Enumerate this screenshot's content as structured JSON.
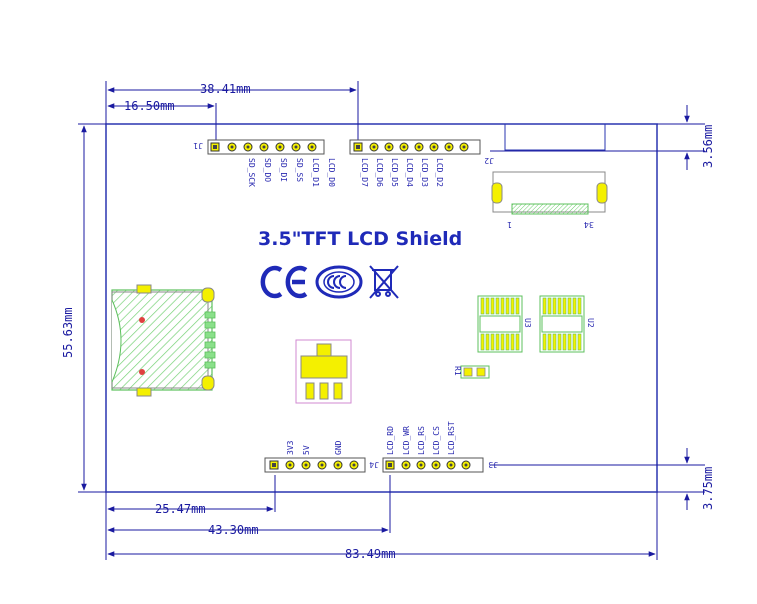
{
  "title": "3.5\"TFT LCD Shield",
  "dimensions": {
    "top_long": "38.41mm",
    "top_short": "16.50mm",
    "right_top": "3.56mm",
    "right_bottom": "3.75mm",
    "left_height": "55.63mm",
    "bottom_25": "25.47mm",
    "bottom_43": "43.30mm",
    "bottom_83": "83.49mm"
  },
  "headers": {
    "J1": {
      "ref": "J1",
      "pins": [
        "SD_SCK",
        "SD_DO",
        "SD_DI",
        "SD_SS",
        "LCD_D1",
        "LCD_D0"
      ]
    },
    "J2": {
      "ref": "J2",
      "pins": [
        "LCD_D7",
        "LCD_D6",
        "LCD_D5",
        "LCD_D4",
        "LCD_D3",
        "LCD_D2"
      ]
    },
    "J4": {
      "ref": "J4",
      "pins": [
        "3V3",
        "5V",
        "GND"
      ]
    },
    "J3": {
      "ref": "J3",
      "pins": [
        "LCD_RD",
        "LCD_WR",
        "LCD_RS",
        "LCD_CS",
        "LCD_RST"
      ]
    }
  },
  "chips": {
    "U2": "U2",
    "U3": "U3",
    "R1": "R1"
  },
  "connector_labels": {
    "left": "1",
    "right": "34"
  },
  "marks": {
    "ce": "CE"
  },
  "colors": {
    "board_outline": "#2a35b0",
    "dimension_line": "#1a1aa0",
    "copper": "#8ae08a",
    "pad_yellow": "#f4f000",
    "title_blue": "#1f2ab8"
  },
  "icons": [
    "ce-mark",
    "ccc-mark",
    "weee-crossed-bin"
  ]
}
